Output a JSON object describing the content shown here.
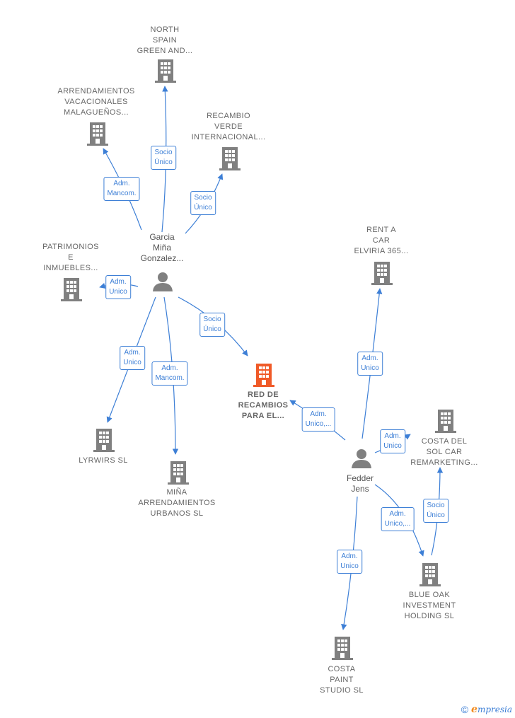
{
  "colors": {
    "company": "#808080",
    "main_company": "#f05a28",
    "person": "#808080",
    "edge": "#3d7fd6"
  },
  "nodes": {
    "north_spain": "NORTH\nSPAIN\nGREEN AND...",
    "arrendamientos_vac": "ARRENDAMIENTOS\nVACACIONALES\nMALAGUEÑOS...",
    "recambio_verde": "RECAMBIO\nVERDE\nINTERNACIONAL...",
    "patrimonios": "PATRIMONIOS\nE\nINMUEBLES...",
    "rent_a_car": "RENT A\nCAR\nELVIRIA 365...",
    "red_recambios": "RED DE\nRECAMBIOS\nPARA EL...",
    "costa_del_sol": "COSTA DEL\nSOL CAR\nREMARKETING...",
    "lyrwirs": "LYRWIRS  SL",
    "mina_arrend": "MIÑA\nARRENDAMIENTOS\nURBANOS  SL",
    "blue_oak": "BLUE OAK\nINVESTMENT\nHOLDING  SL",
    "costa_paint": "COSTA\nPAINT\nSTUDIO  SL",
    "garcia": "Garcia\nMiña\nGonzalez...",
    "fedder": "Fedder\nJens"
  },
  "edges": {
    "garcia_north": "Socio\nÚnico",
    "garcia_arrend": "Adm.\nMancom.",
    "garcia_recambio": "Socio\nÚnico",
    "garcia_patrimonios": "Adm.\nUnico",
    "garcia_red": "Socio\nÚnico",
    "garcia_lyrwirs": "Adm.\nUnico",
    "garcia_mina": "Adm.\nMancom.",
    "fedder_red": "Adm.\nUnico,...",
    "fedder_rent": "Adm.\nUnico",
    "fedder_costasol": "Adm.\nUnico",
    "fedder_blueoak": "Adm.\nUnico,...",
    "blueoak_costasol": "Socio\nÚnico",
    "fedder_paint": "Adm.\nUnico"
  },
  "footer": {
    "copyright": "©",
    "brand_first": "e",
    "brand_rest": "mpresia"
  }
}
